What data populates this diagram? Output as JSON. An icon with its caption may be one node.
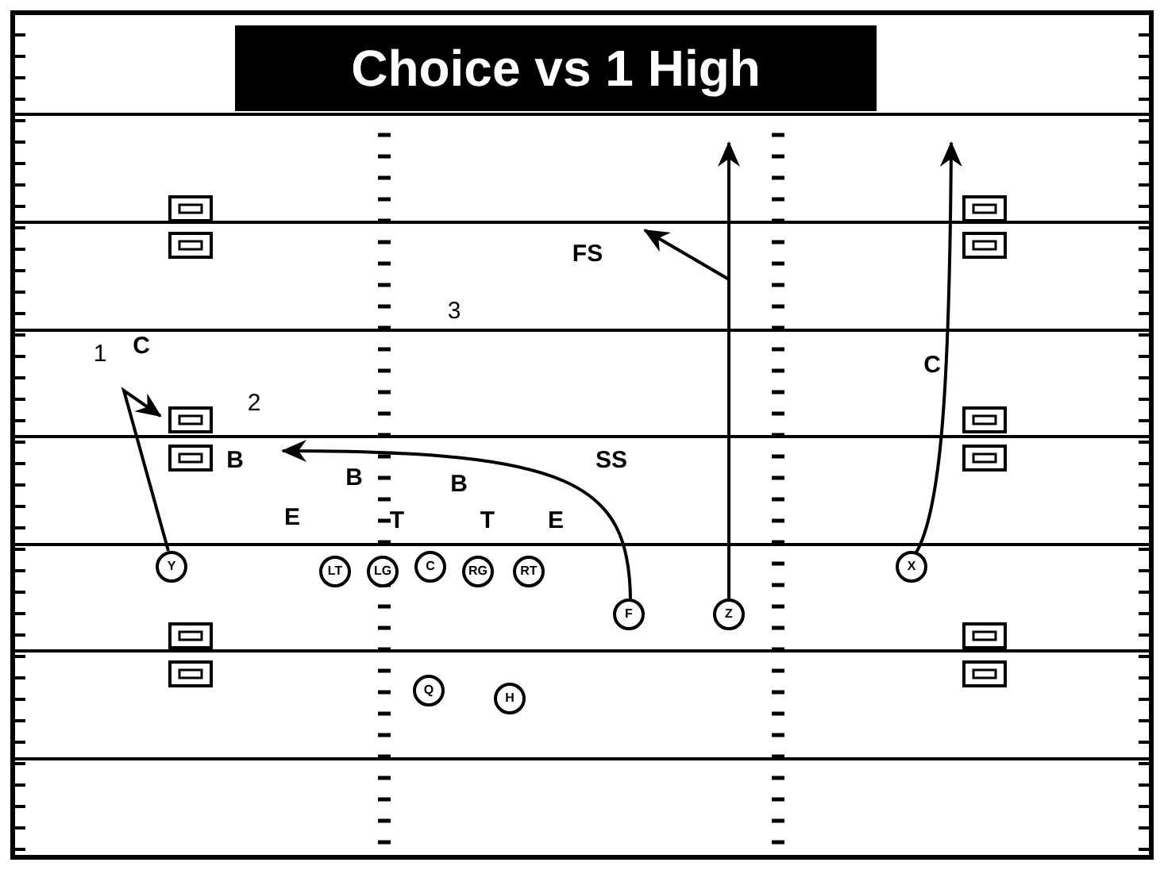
{
  "diagram": {
    "title": "Choice vs 1 High",
    "nodes": [
      {
        "text": [
          "Y"
        ]
      },
      {
        "text": [
          "LT"
        ]
      },
      {
        "text": [
          "LG"
        ]
      },
      {
        "text": [
          "C"
        ]
      },
      {
        "text": [
          "RG"
        ]
      },
      {
        "text": [
          "RT"
        ]
      },
      {
        "text": [
          "X"
        ]
      },
      {
        "text": [
          "F"
        ]
      },
      {
        "text": [
          "Z"
        ]
      },
      {
        "text": [
          "Q"
        ]
      },
      {
        "text": [
          "H"
        ]
      }
    ],
    "edges": [
      {
        "from": 0,
        "to": null,
        "arrow": "to"
      },
      {
        "from": 7,
        "to": null,
        "arrow": "to"
      },
      {
        "from": 8,
        "to": null,
        "arrow": "to"
      },
      {
        "from": 8,
        "to": null,
        "arrow": "to"
      },
      {
        "from": 6,
        "to": null,
        "arrow": "to"
      }
    ],
    "labels": [
      "FS",
      "3",
      "1",
      "C",
      "C",
      "2",
      "B",
      "B",
      "B",
      "SS",
      "E",
      "T",
      "T",
      "E"
    ]
  }
}
